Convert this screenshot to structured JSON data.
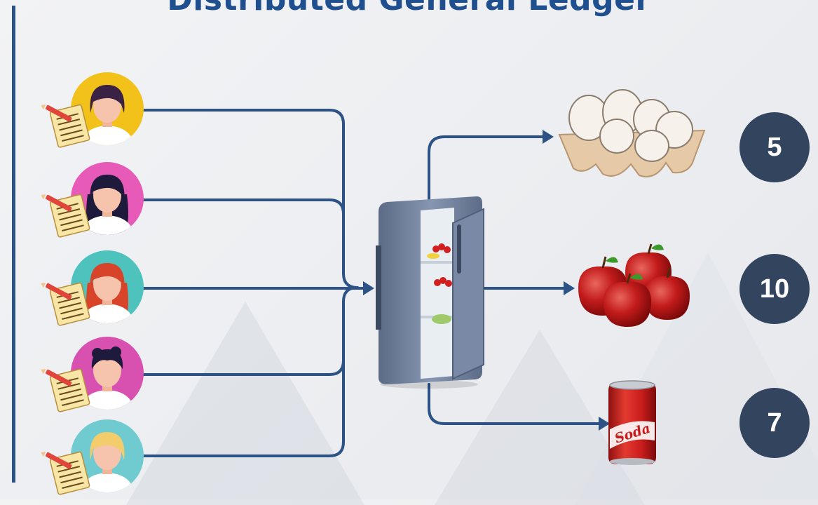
{
  "title": "Distributed General Ledger",
  "colors": {
    "accent": "#2d5386",
    "badge": "#33445f",
    "title": "#1f4f8f"
  },
  "participants": [
    {
      "name": "participant-1",
      "circle_color": "#f2c21b",
      "hair_color": "#3a2245",
      "hair_style": "bob"
    },
    {
      "name": "participant-2",
      "circle_color": "#e85ab8",
      "hair_color": "#1e1a3c",
      "hair_style": "long"
    },
    {
      "name": "participant-3",
      "circle_color": "#4ec2bc",
      "hair_color": "#d8442a",
      "hair_style": "long"
    },
    {
      "name": "participant-4",
      "circle_color": "#d951b0",
      "hair_color": "#1e1a3c",
      "hair_style": "short"
    },
    {
      "name": "participant-5",
      "circle_color": "#6fcbd0",
      "hair_color": "#f3cd6b",
      "hair_style": "bob"
    }
  ],
  "items": [
    {
      "name": "eggs",
      "icon": "egg-carton-icon",
      "count": "5"
    },
    {
      "name": "apples",
      "icon": "apples-icon",
      "count": "10"
    },
    {
      "name": "soda",
      "icon": "soda-can-icon",
      "count": "7",
      "can_text": "Soda"
    }
  ]
}
